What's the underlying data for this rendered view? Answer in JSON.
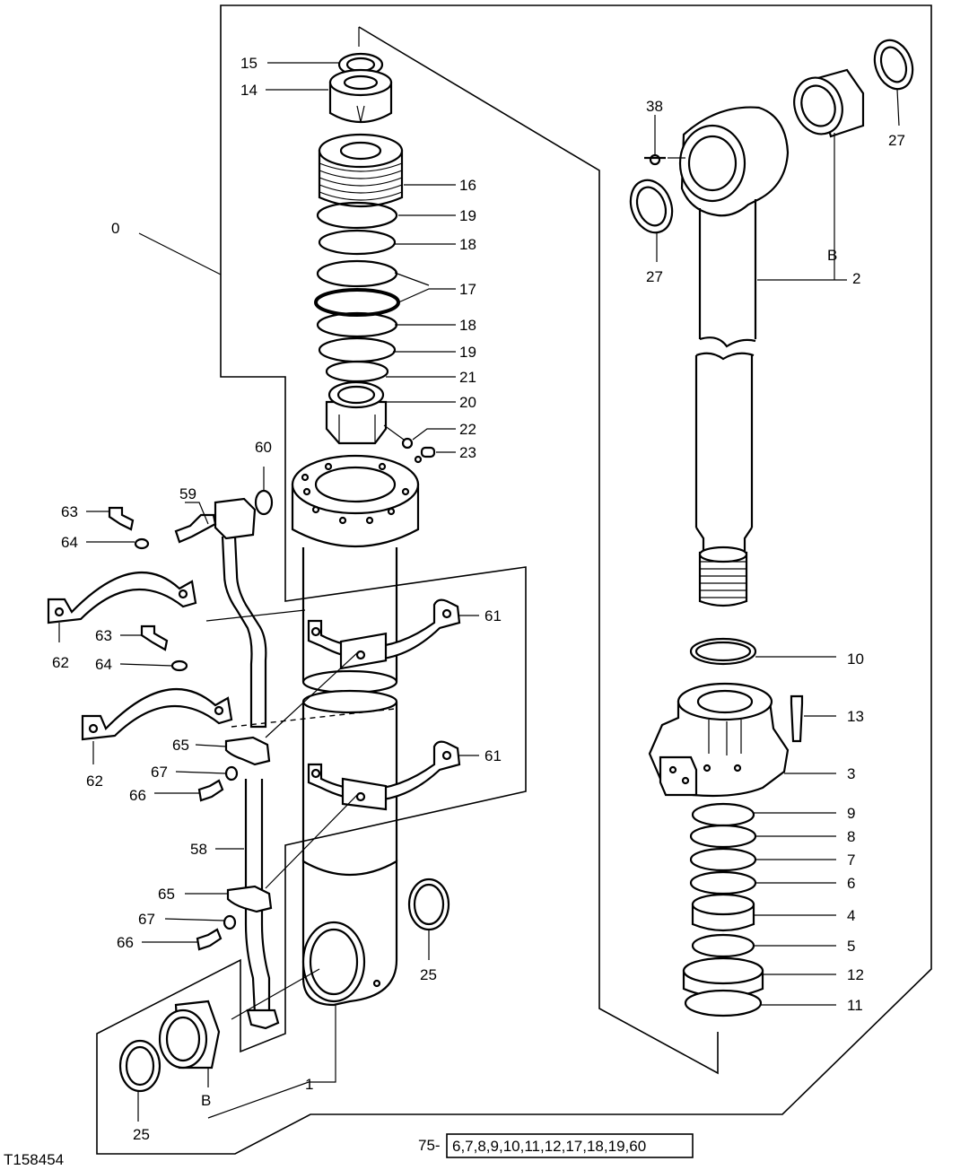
{
  "figure_id": "T158454",
  "kit_note": {
    "prefix": "75-",
    "items": "6,7,8,9,10,11,12,17,18,19,60"
  },
  "callouts": {
    "c0": "0",
    "c1": "1",
    "c2": "2",
    "c3": "3",
    "c4": "4",
    "c5": "5",
    "c6": "6",
    "c7": "7",
    "c8": "8",
    "c9": "9",
    "c10": "10",
    "c11": "11",
    "c12": "12",
    "c13": "13",
    "c14": "14",
    "c15": "15",
    "c16": "16",
    "c17": "17",
    "c18a": "18",
    "c18b": "18",
    "c19a": "19",
    "c19b": "19",
    "c20": "20",
    "c21": "21",
    "c22": "22",
    "c23": "23",
    "c25a": "25",
    "c25b": "25",
    "c27a": "27",
    "c27b": "27",
    "c38": "38",
    "c58": "58",
    "c59": "59",
    "c60": "60",
    "c61a": "61",
    "c61b": "61",
    "c62a": "62",
    "c62b": "62",
    "c63a": "63",
    "c63b": "63",
    "c64a": "64",
    "c64b": "64",
    "c65a": "65",
    "c65b": "65",
    "c66a": "66",
    "c66b": "66",
    "c67a": "67",
    "c67b": "67",
    "cBa": "B",
    "cBb": "B"
  }
}
